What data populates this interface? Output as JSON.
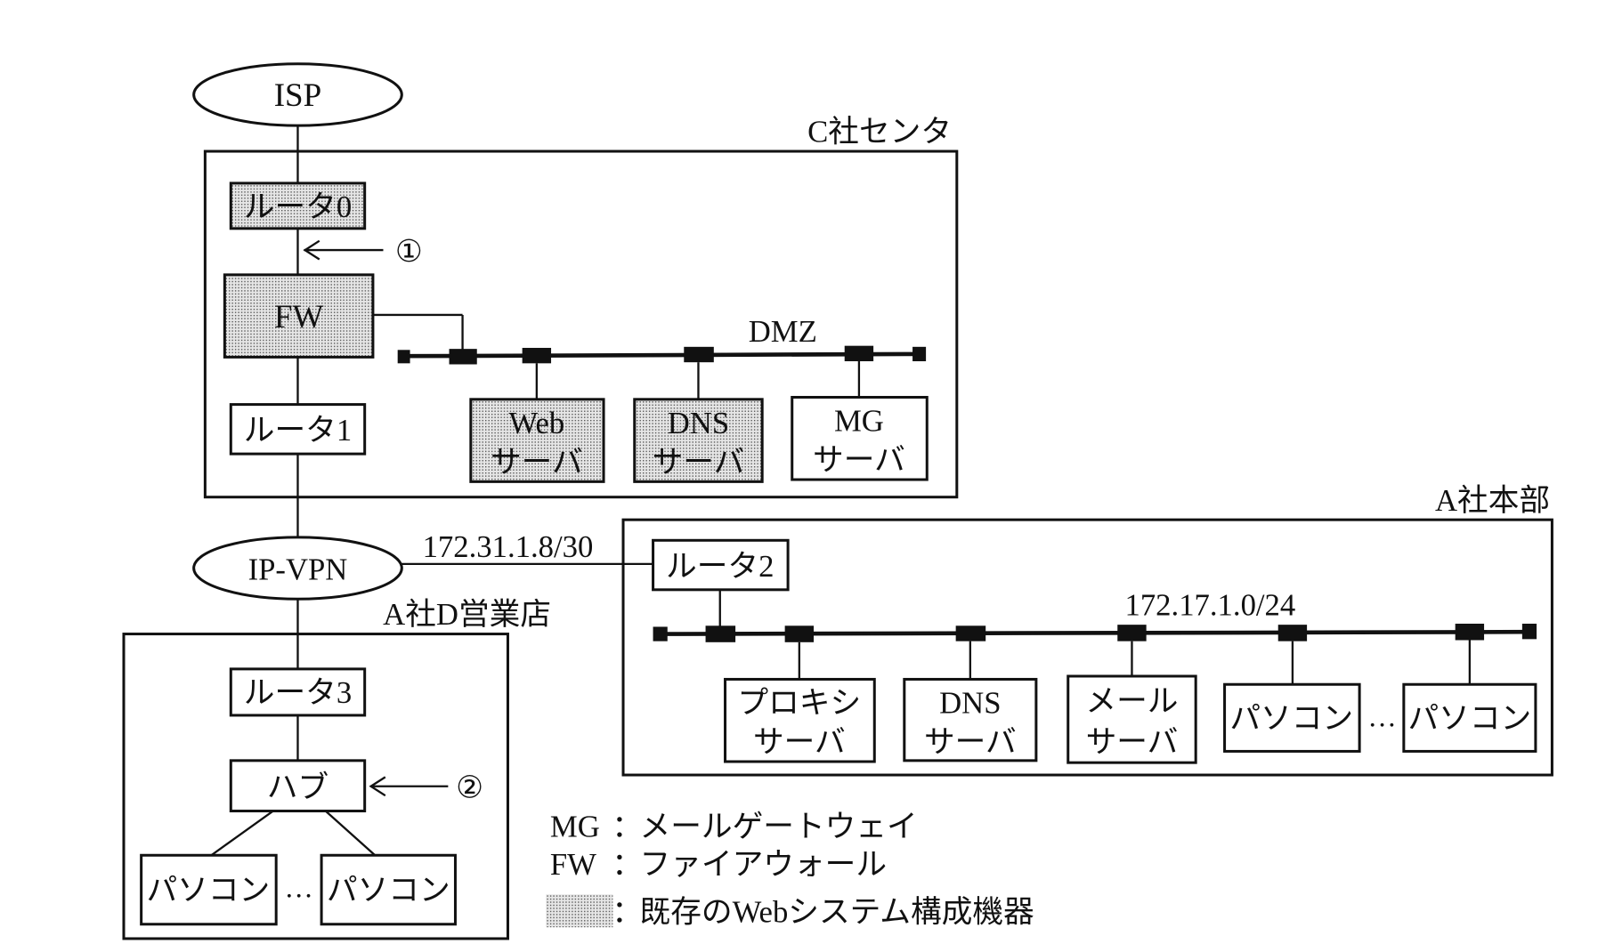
{
  "colors": {
    "line": "#111111",
    "existing_fill": "#c8c8c8",
    "plain_fill": "#ffffff"
  },
  "nodes": {
    "isp": "ISP",
    "ipvpn": "IP-VPN",
    "router0": "ルータ0",
    "fw": "FW",
    "router1": "ルータ1",
    "web_server": [
      "Web",
      "サーバ"
    ],
    "dns_server_c": [
      "DNS",
      "サーバ"
    ],
    "mg_server": [
      "MG",
      "サーバ"
    ],
    "router2": "ルータ2",
    "proxy_server": [
      "プロキシ",
      "サーバ"
    ],
    "dns_server_a": [
      "DNS",
      "サーバ"
    ],
    "mail_server": [
      "メール",
      "サーバ"
    ],
    "pc_hq_1": "パソコン",
    "pc_hq_2": "パソコン",
    "router3": "ルータ3",
    "hub": "ハブ",
    "pc_branch_1": "パソコン",
    "pc_branch_2": "パソコン",
    "ellipsis": "…"
  },
  "zones": {
    "c_center": "C社センタ",
    "a_hq": "A社本部",
    "a_branch": "A社D営業店"
  },
  "networks": {
    "dmz": "DMZ",
    "wan_link": "172.31.1.8/30",
    "hq_lan": "172.17.1.0/24"
  },
  "markers": {
    "m1": "①",
    "m2": "②"
  },
  "existing_web_system": [
    "router0",
    "fw",
    "web_server",
    "dns_server_c"
  ],
  "legend": [
    {
      "key": "MG",
      "sep": "：",
      "desc": "メールゲートウェイ"
    },
    {
      "key": "FW",
      "sep": "：",
      "desc": "ファイアウォール"
    },
    {
      "key": "",
      "sep": "：",
      "desc": "既存のWebシステム構成機器",
      "swatch": "existing"
    }
  ]
}
